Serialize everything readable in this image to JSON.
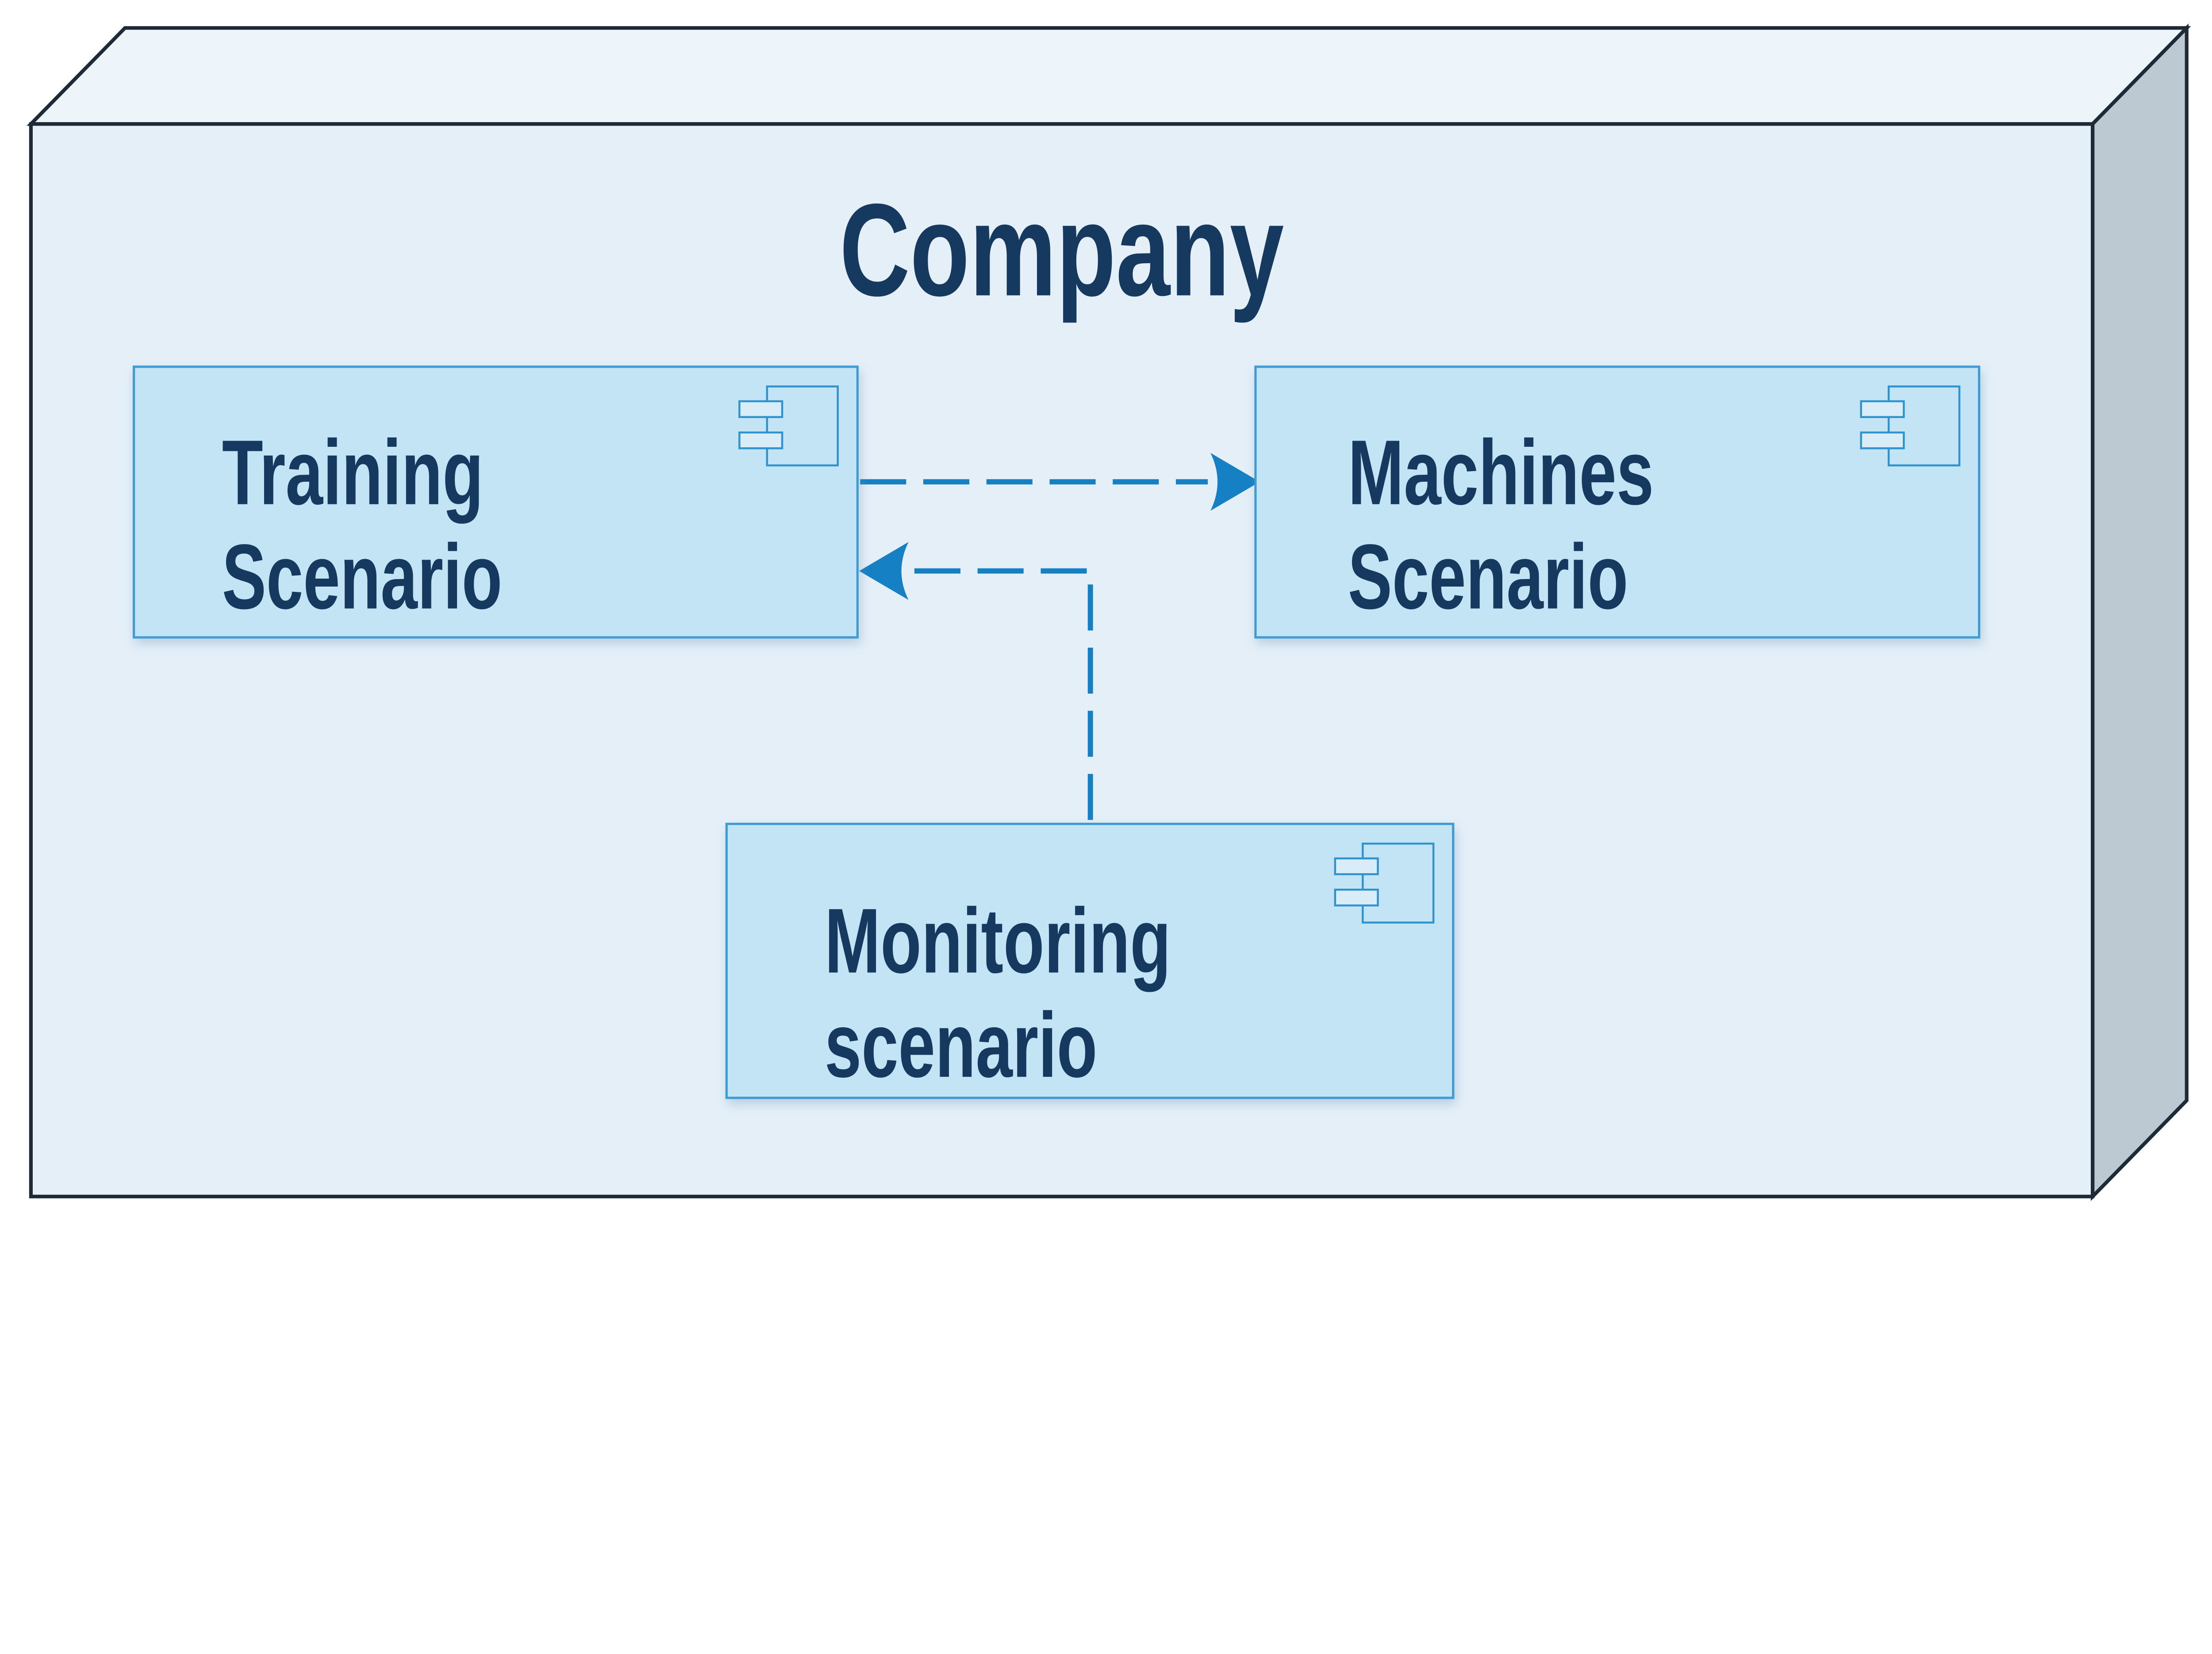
{
  "diagram": {
    "kind": "uml-deployment-component-diagram",
    "node": {
      "title": "Company"
    },
    "components": [
      {
        "id": "training",
        "name": "Training Scenario",
        "line1": "Training",
        "line2": "Scenario"
      },
      {
        "id": "machines",
        "name": "Machines Scenario",
        "line1": "Machines",
        "line2": "Scenario"
      },
      {
        "id": "monitoring",
        "name": "Monitoring scenario",
        "line1": "Monitoring",
        "line2": "scenario"
      }
    ],
    "relations": [
      {
        "from": "Training Scenario",
        "to": "Machines Scenario",
        "line_style": "dashed",
        "arrowhead": "open"
      },
      {
        "from": "Monitoring scenario",
        "to": "Training Scenario",
        "line_style": "dashed",
        "arrowhead": "open",
        "route": "elbow-up-then-left"
      }
    ],
    "colors": {
      "canvas_background": "#FFFFFF",
      "node_front_fill": "#E4EFF8",
      "node_top_fill": "#EDF5FB",
      "node_side_fill": "#BCC8D2",
      "node_border": "#1E2A36",
      "component_fill": "#C2E4F5",
      "component_border": "#3E9CD4",
      "icon_tab_fill": "#D9EDF9",
      "arrow_color": "#1580C4",
      "text_color": "#16395F"
    }
  }
}
